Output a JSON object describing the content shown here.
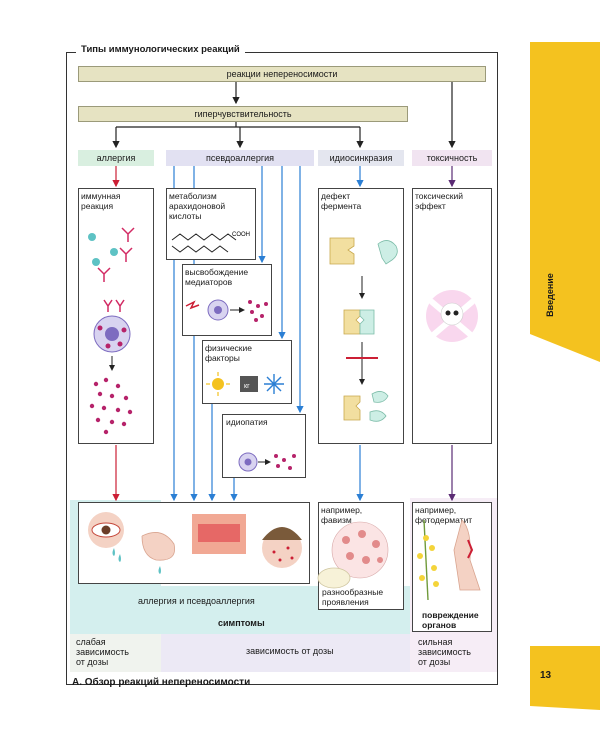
{
  "colors": {
    "olive_bar": "#e6e3c2",
    "allergy": "#d9efe0",
    "pseudo": "#e2e1f2",
    "idio": "#e4e6ef",
    "tox": "#f1e4f1",
    "sym_left": "#d4efee",
    "sym_bottom": "#e8f6f6",
    "dose_mid": "#ece9f5",
    "dose_right": "#f6edf6",
    "tab_yellow": "#f4c21f",
    "arrow_red": "#cc1f35",
    "arrow_blue": "#2b7fd4",
    "arrow_purple": "#5b2b74"
  },
  "frame": {
    "title": "Типы иммунологических реакций"
  },
  "top_bar": {
    "label": "реакции непереносимости"
  },
  "second_bar": {
    "label": "гиперчувствительность"
  },
  "categories": [
    {
      "name": "allergy",
      "label": "аллергия"
    },
    {
      "name": "pseudo",
      "label": "псевдоаллергия"
    },
    {
      "name": "idio",
      "label": "идиосинкразия"
    },
    {
      "name": "tox",
      "label": "токсичность"
    }
  ],
  "panels": {
    "immune": {
      "label": "иммунная\nреакция"
    },
    "metabolism": {
      "label": "метаболизм\nарахидоновой\nкислоты",
      "formula": "COOH"
    },
    "mediators": {
      "label": "высвобождение\nмедиаторов"
    },
    "physical": {
      "label": "физические\nфакторы",
      "weight": "кг"
    },
    "idiopathy": {
      "label": "идиопатия"
    },
    "enzyme": {
      "label": "дефект\nфермента"
    },
    "toxic": {
      "label": "токсический\nэффект"
    }
  },
  "lower": {
    "favism": {
      "label": "например,\nфавизм",
      "note": "разнообразные\nпроявления"
    },
    "photo": {
      "label": "например,\nфотодерматит",
      "note": "повреждение\nорганов"
    },
    "allergy_pseudo": "аллергия и псевдоаллергия",
    "symptoms": "симптомы"
  },
  "dose": {
    "weak": "слабая\nзависимость\nот дозы",
    "mid": "зависимость от дозы",
    "strong": "сильная\nзависимость\nот дозы"
  },
  "caption": "А. Обзор реакций непереносимости",
  "side_tab": "Введение",
  "page_number": "13"
}
